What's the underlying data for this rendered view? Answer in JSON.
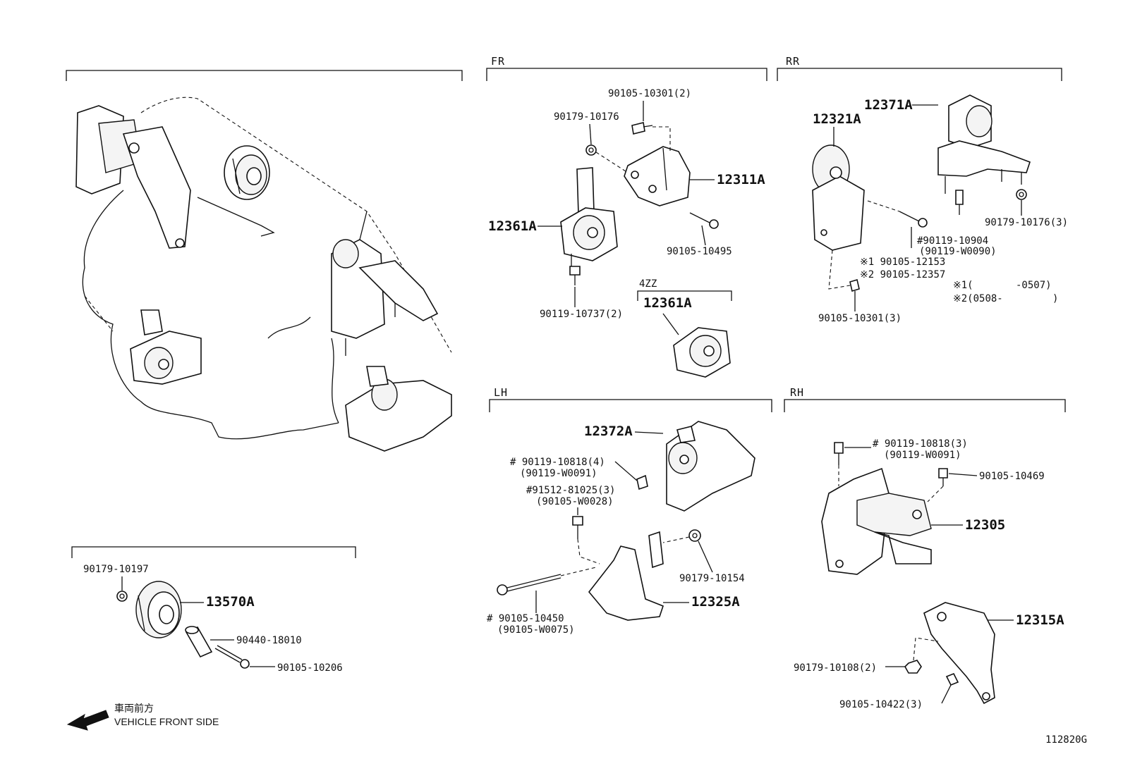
{
  "sections": {
    "fr": "FR",
    "rr": "RR",
    "lh": "LH",
    "rh": "RH",
    "variant_4zz": "4ZZ"
  },
  "labels": {
    "p12361a": "12361A",
    "p12311a": "12311A",
    "b9010510301_2": "90105-10301(2)",
    "n9017910176": "90179-10176",
    "b9010510495": "90105-10495",
    "b9011910737_2": "90119-10737(2)",
    "p12361a_4zz": "12361A",
    "p12321a": "12321A",
    "p12371a": "12371A",
    "b9011910904": "#90119-10904",
    "b90119w0090": "(90119-W0090)",
    "b9010512153": "※1 90105-12153",
    "b9010512357": "※2 90105-12357",
    "n9017910176_3": "90179-10176(3)",
    "note1": "※1(",
    "note1_val": "-0507)",
    "note2": "※2(0508-",
    "note2_val": ")",
    "b9010510301_3": "90105-10301(3)",
    "p12372a": "12372A",
    "b9011910818_4": "# 90119-10818(4)",
    "b90119w0091_lh": "(90119-W0091)",
    "b9151281025_3": "#91512-81025(3)",
    "b90105w0028": "(90105-W0028)",
    "n9017910154": "90179-10154",
    "p12325a": "12325A",
    "b9010510450": "# 90105-10450",
    "b90105w0075": "(90105-W0075)",
    "b9011910818_3": "# 90119-10818(3)",
    "b90119w0091_rh": "(90119-W0091)",
    "b9010510469": "90105-10469",
    "p12305": "12305",
    "p12315a": "12315A",
    "n9017910108_2": "90179-10108(2)",
    "b9010510422_3": "90105-10422(3)",
    "n9017910197": "90179-10197",
    "p13570a": "13570A",
    "c9044018010": "90440-18010",
    "b9010510206": "90105-10206",
    "front_jp": "車両前方",
    "front_en": "VEHICLE FRONT SIDE",
    "diagram_id": "112820G"
  }
}
